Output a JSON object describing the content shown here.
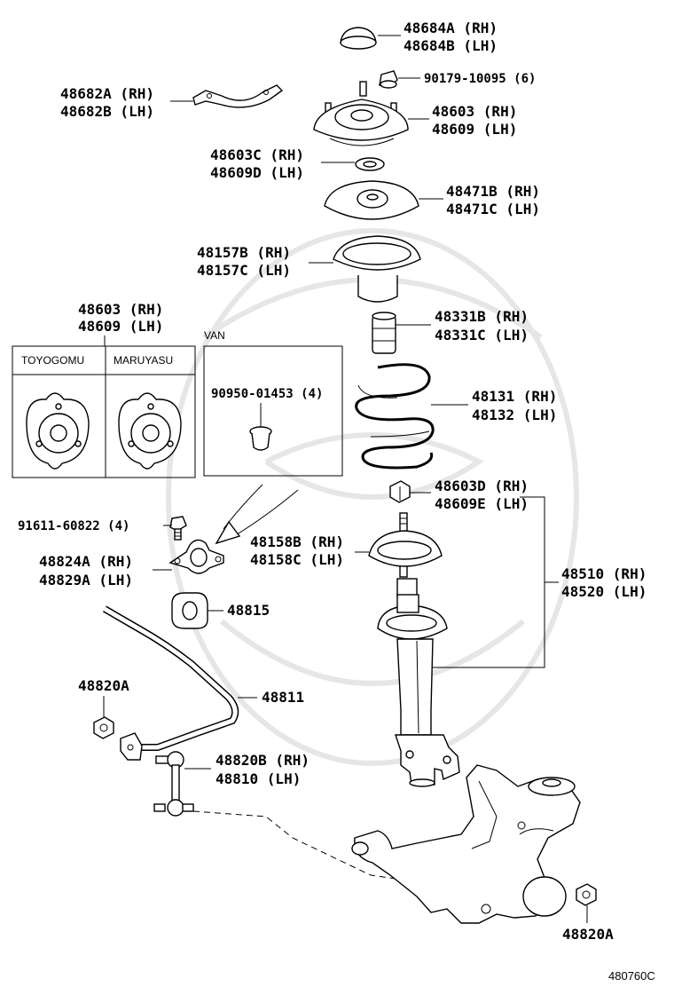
{
  "diagram_code": "480760C",
  "inset": {
    "ref_rh": "48603 (RH)",
    "ref_lh": "48609 (LH)",
    "col1": "TOYOGOMU",
    "col2": "MARUYASU",
    "van_title": "VAN",
    "van_part": "90950-01453 (4)"
  },
  "labels": {
    "p48684a": "48684A (RH)",
    "p48684b": "48684B (LH)",
    "p90179": "90179-10095 (6)",
    "p48682a": "48682A (RH)",
    "p48682b": "48682B (LH)",
    "p48603": "48603 (RH)",
    "p48609": "48609 (LH)",
    "p48603c": "48603C (RH)",
    "p48609d": "48609D (LH)",
    "p48471b": "48471B (RH)",
    "p48471c": "48471C (LH)",
    "p48157b": "48157B (RH)",
    "p48157c": "48157C (LH)",
    "p48331b": "48331B (RH)",
    "p48331c": "48331C (LH)",
    "p48131": "48131 (RH)",
    "p48132": "48132 (LH)",
    "p48603d": "48603D (RH)",
    "p48609e": "48609E (LH)",
    "p91611": "91611-60822 (4)",
    "p48158b": "48158B (RH)",
    "p48158c": "48158C (LH)",
    "p48510": "48510 (RH)",
    "p48520": "48520 (LH)",
    "p48824a": "48824A (RH)",
    "p48829a": "48829A (LH)",
    "p48815": "48815",
    "p48820a_top": "48820A",
    "p48811": "48811",
    "p48820b": "48820B (RH)",
    "p48810": "48810 (LH)",
    "p48820a_bottom": "48820A"
  }
}
